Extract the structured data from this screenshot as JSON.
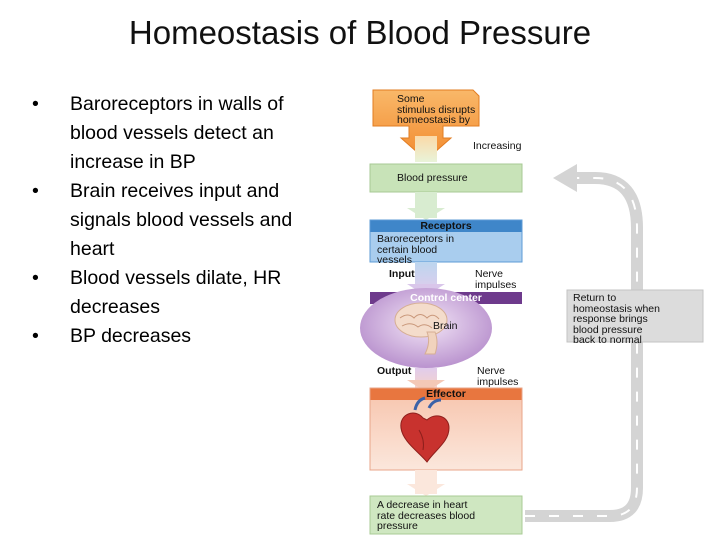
{
  "slide": {
    "title": "Homeostasis of Blood Pressure",
    "bullets": [
      "Baroreceptors in walls of blood vessels detect an increase in BP",
      "Brain receives input and signals blood vessels and heart",
      "Blood vessels dilate,  HR decreases",
      "BP decreases"
    ]
  },
  "diagram": {
    "stimulus": [
      "Some",
      "stimulus disrupts",
      "homeostasis by"
    ],
    "increasing": "Increasing",
    "blood_pressure": "Blood pressure",
    "receptors_header": "Receptors",
    "receptors_body": [
      "Baroreceptors in",
      "certain blood",
      "vessels"
    ],
    "input": "Input",
    "nerve_impulses_in": [
      "Nerve",
      "impulses"
    ],
    "control_center": "Control center",
    "brain": "Brain",
    "output": "Output",
    "nerve_impulses_out": [
      "Nerve",
      "impulses"
    ],
    "effector": "Effector",
    "result": [
      "A decrease in heart",
      "rate decreases blood",
      "pressure"
    ],
    "return_note": [
      "Return to",
      "homeostasis when",
      "response brings",
      "blood pressure",
      "back to normal"
    ],
    "colors": {
      "stimulus_orange": "#f6a04a",
      "bp_green": "#c8e3b8",
      "receptor_blue": "#7eb2df",
      "control_purple": "#cfaede",
      "effector_salmon": "#f2b39a",
      "feedback_gray": "#d6d6d6"
    }
  }
}
